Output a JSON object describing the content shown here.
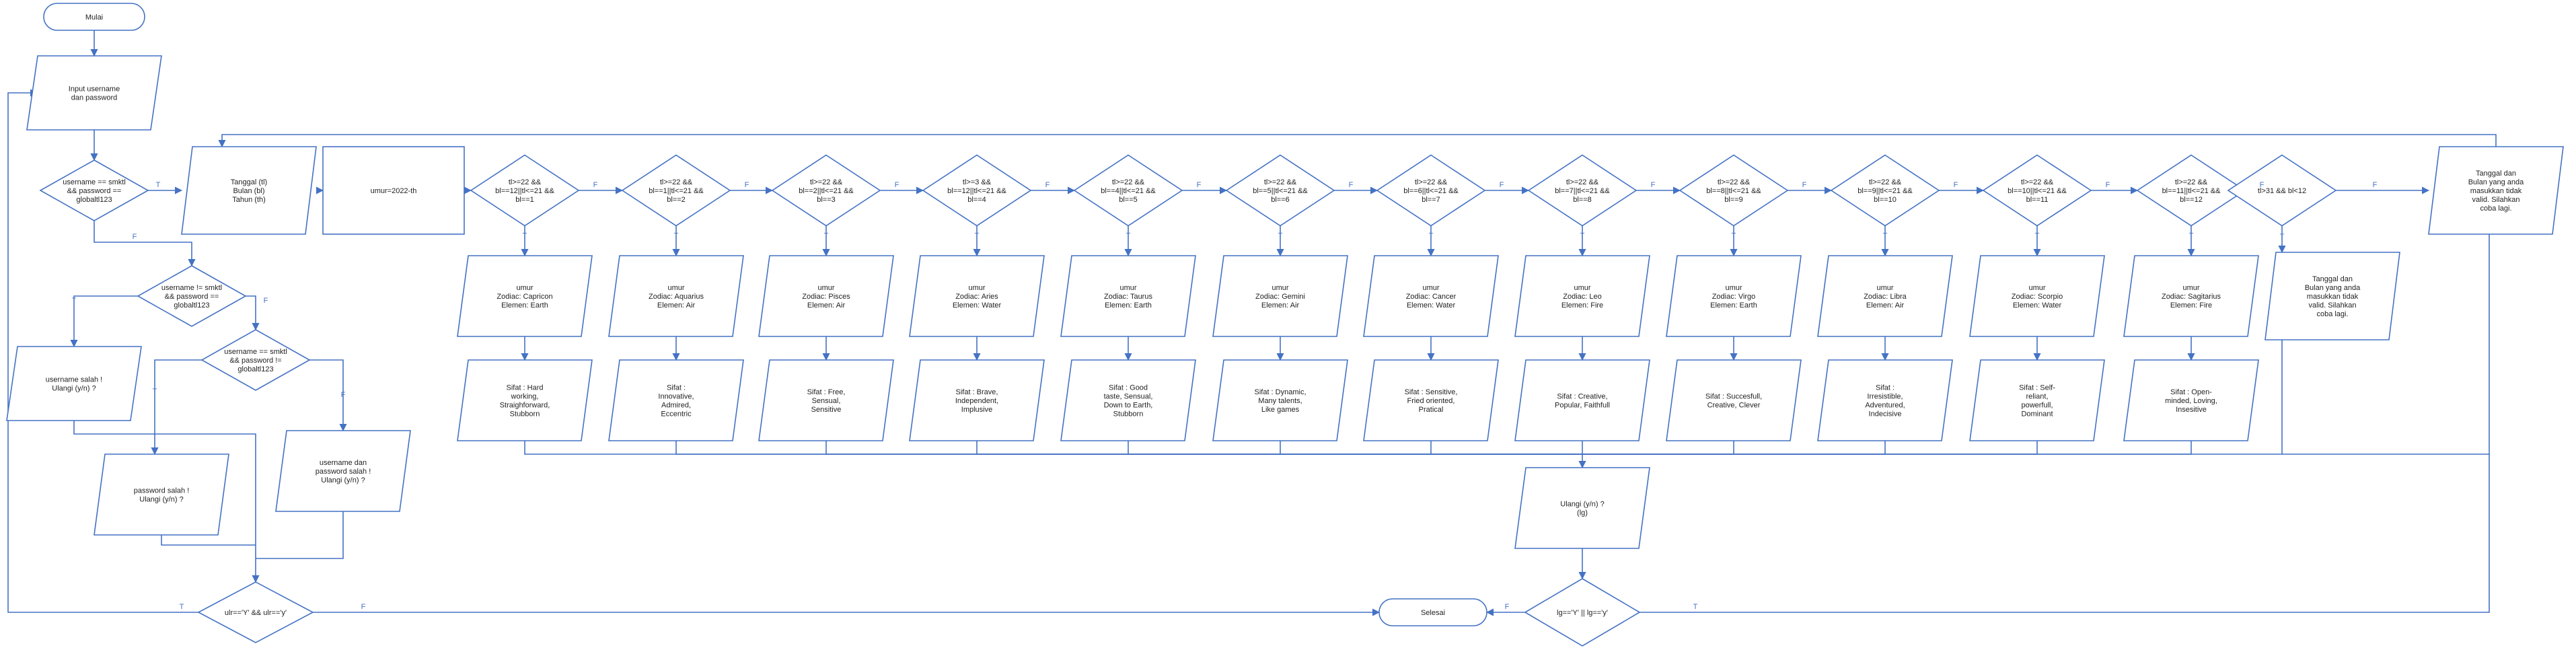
{
  "start": "Mulai",
  "end": "Selesai",
  "nodes": {
    "input_cred": [
      "Input username",
      "dan password"
    ],
    "check_all": [
      "username == smktl",
      "&& password ==",
      "globaltl123"
    ],
    "check_user": [
      "username != smktl",
      "&& password ==",
      "globaltl123"
    ],
    "check_pass": [
      "username == smktl",
      "&& password !=",
      "globaltl123"
    ],
    "err_user": [
      "username salah !",
      "Ulangi (y/n) ?"
    ],
    "err_pass": [
      "password salah !",
      "Ulangi (y/n) ?"
    ],
    "err_both": [
      "username dan",
      "password salah !",
      "Ulangi (y/n) ?"
    ],
    "retry_login": "ulr=='Y' && ulr=='y'",
    "input_date": [
      "Tanggal (tl)",
      "Bulan (bl)",
      "Tahun (th)"
    ],
    "calc_age": "umur=2022-th",
    "invalid_right": [
      "Tanggal dan",
      "Bulan yang anda",
      "masukkan tidak",
      "valid. Silahkan",
      "coba lagi."
    ],
    "invalid_mid": [
      "Tanggal dan",
      "Bulan yang anda",
      "masukkan tidak",
      "valid. Silahkan",
      "coba lagi."
    ],
    "check_last": [
      "tl>31 && bl<12"
    ],
    "ask_repeat": [
      "Ulangi (y/n) ?",
      "(lg)"
    ],
    "check_repeat": "lg=='Y' || lg=='y'"
  },
  "zodiacs": [
    {
      "cond": [
        "tl>=22 &&",
        "bl==12||tl<=21 &&",
        "bl==1"
      ],
      "out": [
        "umur",
        "Zodiac: Capricon",
        "Elemen: Earth"
      ],
      "trait": [
        "Sifat : Hard",
        "working,",
        "Straighforward,",
        "Stubborn"
      ]
    },
    {
      "cond": [
        "tl>=22 &&",
        "bl==1||tl<=21 &&",
        "bl==2"
      ],
      "out": [
        "umur",
        "Zodiac: Aquarius",
        "Elemen: Air"
      ],
      "trait": [
        "Sifat :",
        "Innovative,",
        "Admired,",
        "Eccentric"
      ]
    },
    {
      "cond": [
        "tl>=22 &&",
        "bl==2||tl<=21 &&",
        "bl==3"
      ],
      "out": [
        "umur",
        "Zodiac: Pisces",
        "Elemen: Air"
      ],
      "trait": [
        "Sifat : Free,",
        "Sensual,",
        "Sensitive"
      ]
    },
    {
      "cond": [
        "tl>=3 &&",
        "bl==12||tl<=21 &&",
        "bl==4"
      ],
      "out": [
        "umur",
        "Zodiac: Aries",
        "Elemen: Water"
      ],
      "trait": [
        "Sifat : Brave,",
        "Independent,",
        "Implusive"
      ]
    },
    {
      "cond": [
        "tl>=22 &&",
        "bl==4||tl<=21 &&",
        "bl==5"
      ],
      "out": [
        "umur",
        "Zodiac: Taurus",
        "Elemen: Earth"
      ],
      "trait": [
        "Sifat : Good",
        "taste, Sensual,",
        "Down to Earth,",
        "Stubborn"
      ]
    },
    {
      "cond": [
        "tl>=22 &&",
        "bl==5||tl<=21 &&",
        "bl==6"
      ],
      "out": [
        "umur",
        "Zodiac: Gemini",
        "Elemen: Air"
      ],
      "trait": [
        "Sifat : Dynamic,",
        "Many talents,",
        "Like games"
      ]
    },
    {
      "cond": [
        "tl>=22 &&",
        "bl==6||tl<=21 &&",
        "bl==7"
      ],
      "out": [
        "umur",
        "Zodiac: Cancer",
        "Elemen: Water"
      ],
      "trait": [
        "Sifat : Sensitive,",
        "Fried oriented,",
        "Pratical"
      ]
    },
    {
      "cond": [
        "tl>=22 &&",
        "bl==7||tl<=21 &&",
        "bl==8"
      ],
      "out": [
        "umur",
        "Zodiac: Leo",
        "Elemen: Fire"
      ],
      "trait": [
        "Sifat : Creative,",
        "Popular, Faithfull"
      ]
    },
    {
      "cond": [
        "tl>=22 &&",
        "bl==8||tl<=21 &&",
        "bl==9"
      ],
      "out": [
        "umur",
        "Zodiac: Virgo",
        "Elemen: Earth"
      ],
      "trait": [
        "Sifat : Succesfull,",
        "Creative, Clever"
      ]
    },
    {
      "cond": [
        "tl>=22 &&",
        "bl==9||tl<=21 &&",
        "bl==10"
      ],
      "out": [
        "umur",
        "Zodiac: Libra",
        "Elemen: Air"
      ],
      "trait": [
        "Sifat :",
        "Irresistible,",
        "Adventured,",
        "Indecisive"
      ]
    },
    {
      "cond": [
        "tl>=22 &&",
        "bl==10||tl<=21 &&",
        "bl==11"
      ],
      "out": [
        "umur",
        "Zodiac: Scorpio",
        "Elemen: Water"
      ],
      "trait": [
        "Sifat : Self-",
        "reliant,",
        "powerfull,",
        "Dominant"
      ]
    },
    {
      "cond": [
        "tl>=22 &&",
        "bl==11||tl<=21 &&",
        "bl==12"
      ],
      "out": [
        "umur",
        "Zodiac: Sagitarius",
        "Elemen: Fire"
      ],
      "trait": [
        "Sifat : Open-",
        "minded, Loving,",
        "Insesitive"
      ]
    }
  ],
  "labels": {
    "true": "T",
    "false": "F"
  },
  "colors": {
    "stroke": "#4472c4",
    "fill": "#ffffff",
    "text": "#222222"
  }
}
